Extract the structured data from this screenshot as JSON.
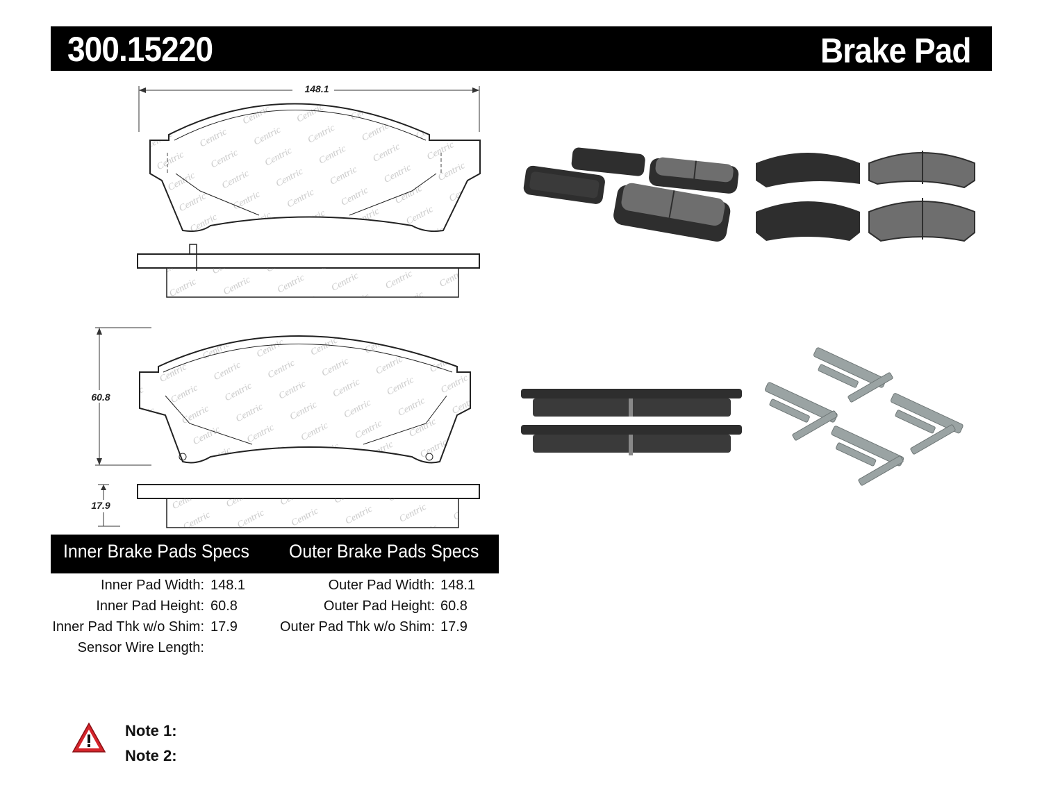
{
  "header": {
    "part_number": "300.15220",
    "product_type": "Brake Pad"
  },
  "drawing": {
    "dim_width": "148.1",
    "dim_height": "60.8",
    "dim_thickness": "17.9",
    "watermark": "Centric"
  },
  "specs": {
    "inner_title": "Inner Brake Pads Specs",
    "outer_title": "Outer Brake Pads Specs",
    "inner": [
      {
        "label": "Inner Pad Width:",
        "value": "148.1"
      },
      {
        "label": "Inner Pad Height:",
        "value": "60.8"
      },
      {
        "label": "Inner Pad Thk w/o Shim:",
        "value": "17.9"
      },
      {
        "label": "Sensor Wire Length:",
        "value": ""
      }
    ],
    "outer": [
      {
        "label": "Outer Pad Width:",
        "value": "148.1"
      },
      {
        "label": "Outer Pad Height:",
        "value": "60.8"
      },
      {
        "label": "Outer Pad Thk w/o Shim:",
        "value": "17.9"
      }
    ]
  },
  "notes": {
    "note1": "Note 1:",
    "note2": "Note 2:"
  },
  "colors": {
    "header_bg": "#000000",
    "warning_red": "#d4242a",
    "pad_dark": "#2e2e2e",
    "pad_friction": "#6e6e6e",
    "hardware": "#9aa3a3"
  }
}
